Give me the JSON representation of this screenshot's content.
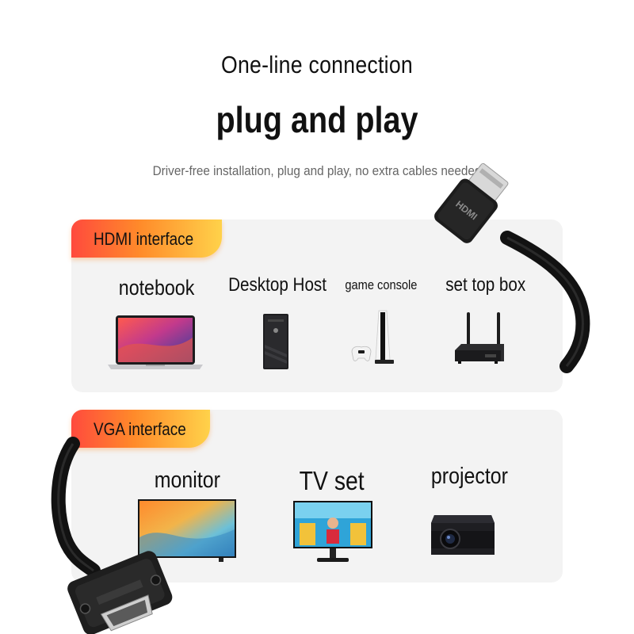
{
  "header": {
    "line1": "One-line connection",
    "line2": "plug and play",
    "line3": "Driver-free installation, plug and play, no extra cables needed"
  },
  "hdmi": {
    "tag": "HDMI interface",
    "devices": [
      "notebook",
      "Desktop Host",
      "game console",
      "set top box"
    ]
  },
  "vga": {
    "tag": "VGA interface",
    "devices": [
      "monitor",
      "TV set",
      "projector"
    ]
  },
  "connector_text": "HDMI",
  "colors": {
    "tag_start": "#ff4a3d",
    "tag_end": "#ffd24a",
    "panel": "#f3f3f3"
  }
}
